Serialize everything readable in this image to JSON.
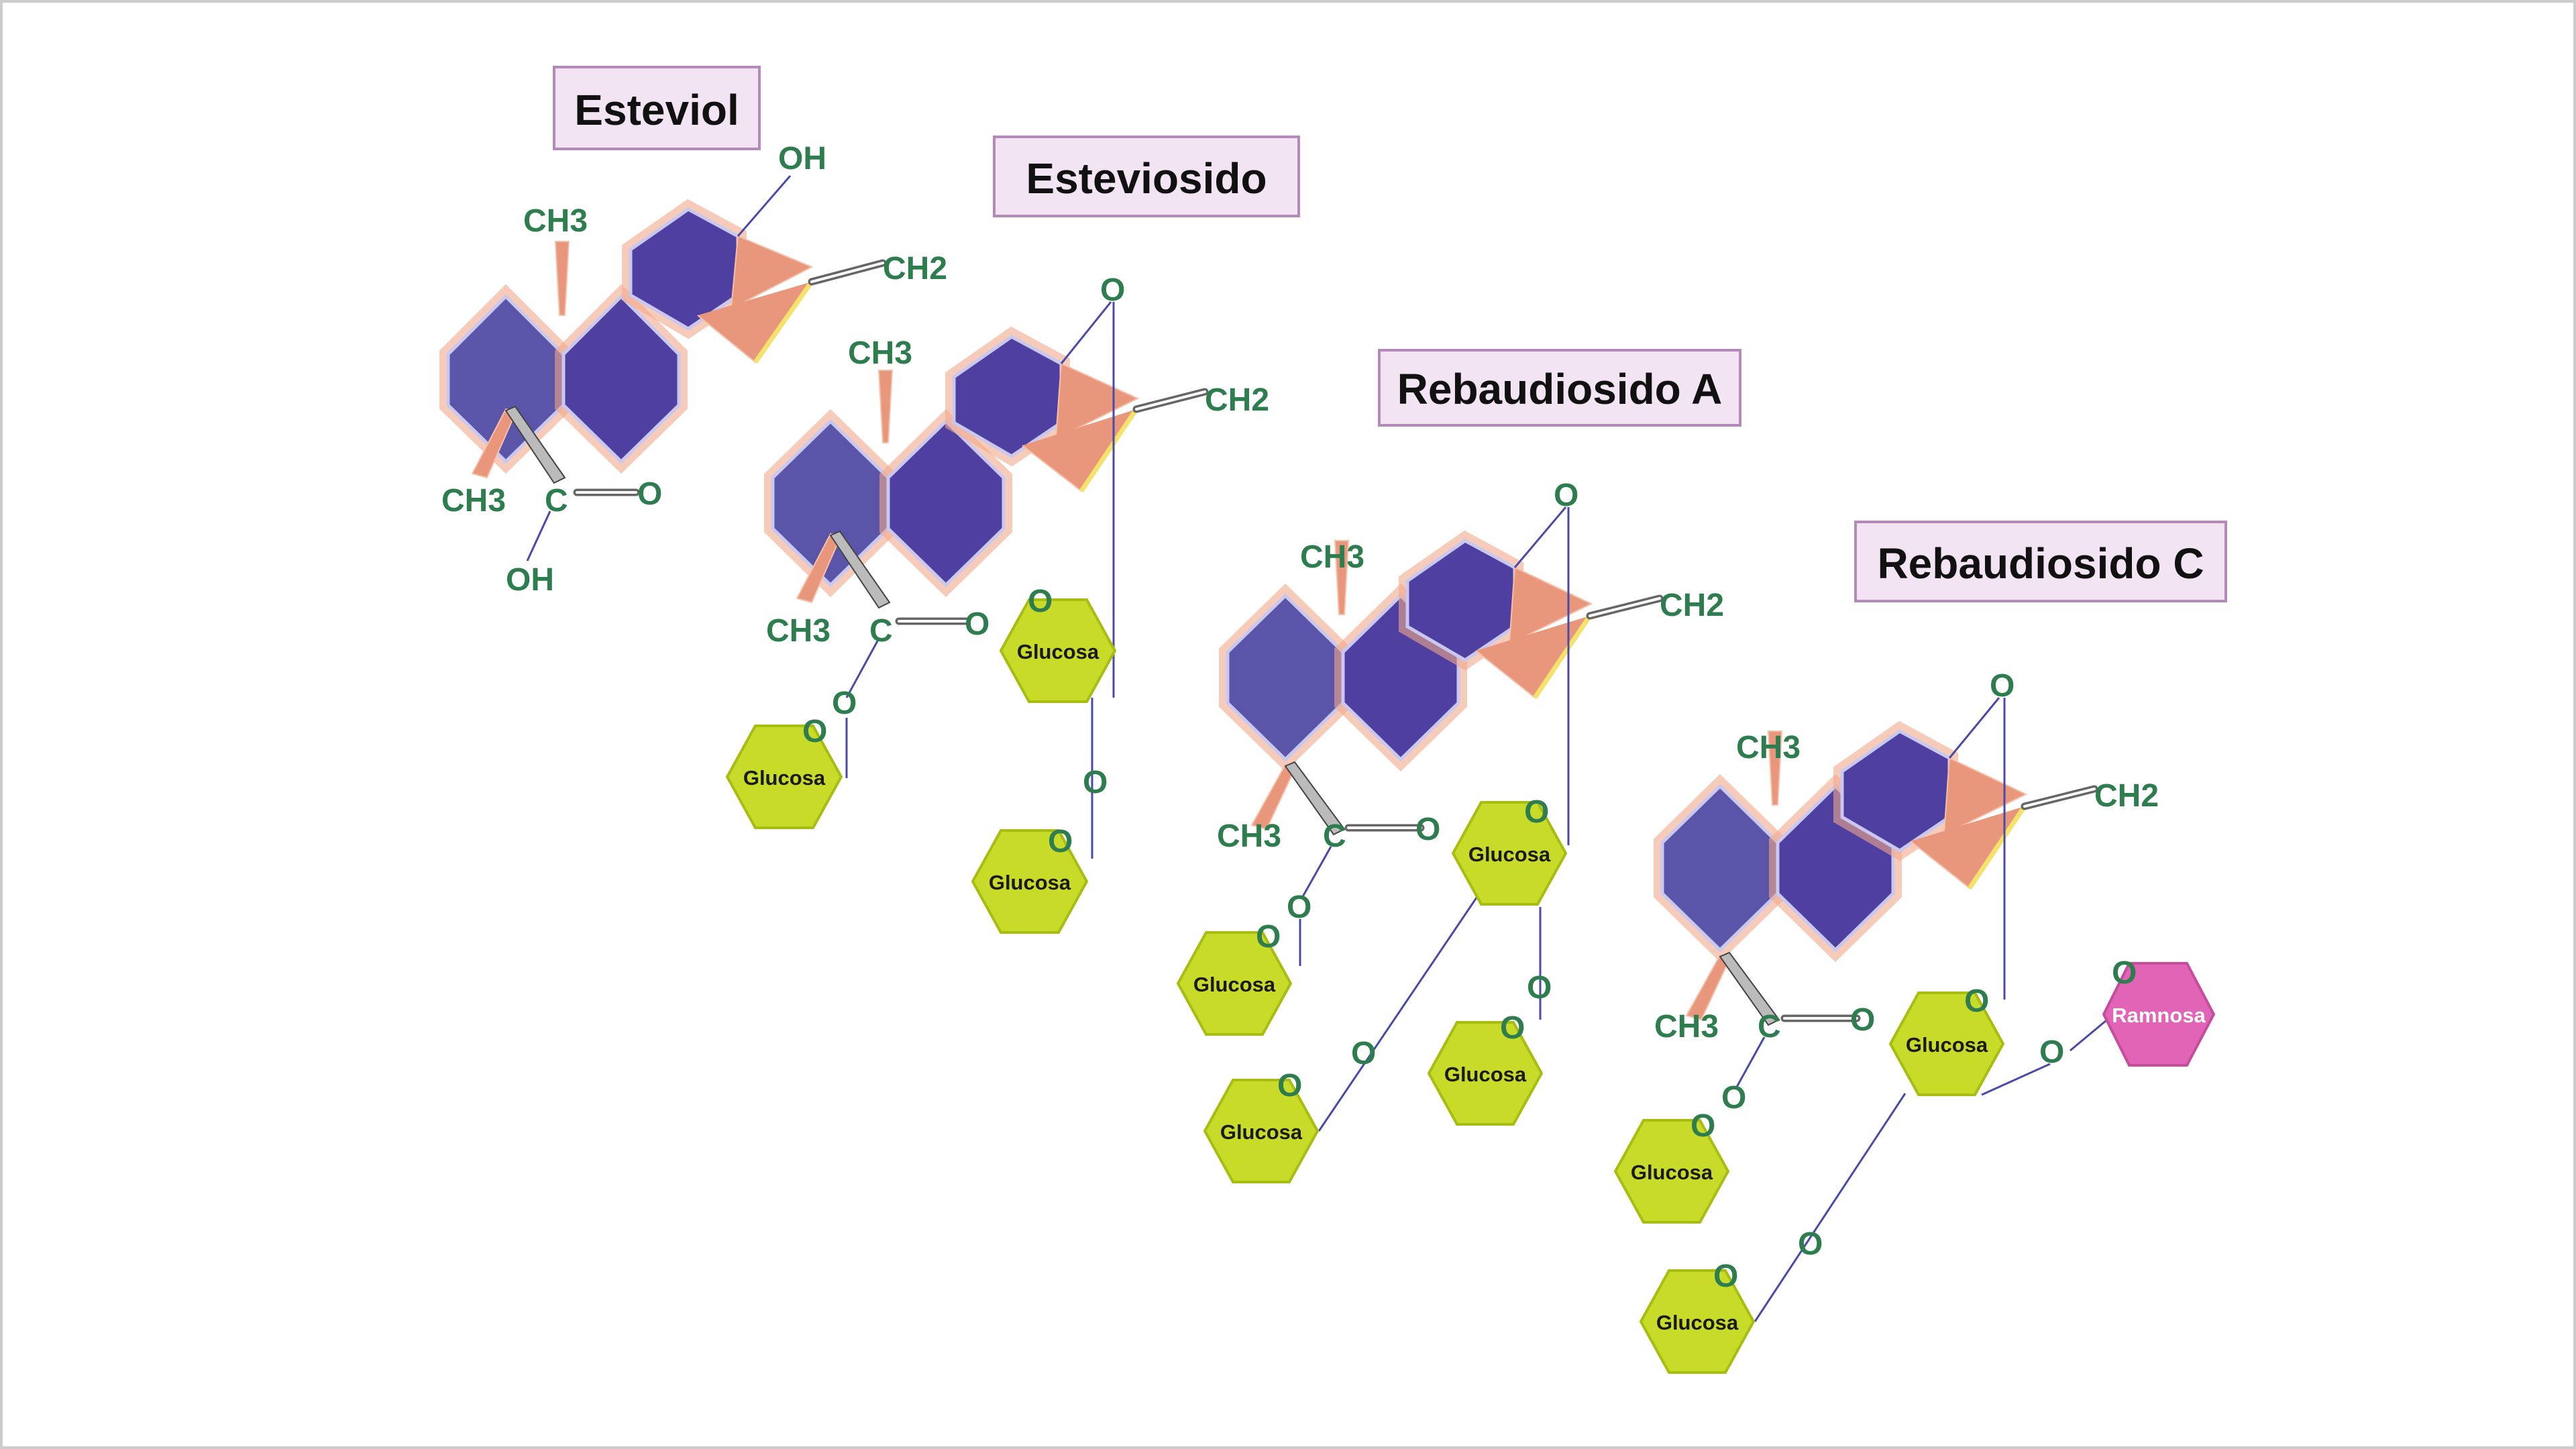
{
  "molecules": [
    {
      "name": "Esteviol"
    },
    {
      "name": "Esteviosido"
    },
    {
      "name": "Rebaudiosido A"
    },
    {
      "name": "Rebaudiosido C"
    }
  ],
  "atoms": {
    "ch3": "CH3",
    "ch2": "CH2",
    "oh": "OH",
    "c": "C",
    "o": "O"
  },
  "sugars": {
    "glucosa": "Glucosa",
    "ramnosa": "Ramnosa"
  },
  "colors": {
    "ring": "#4e3fa0",
    "glucosa": "#c8db28",
    "ramnosa": "#e264b6",
    "atom_text": "#2e7d4f",
    "label_bg": "#f3e4f3"
  }
}
